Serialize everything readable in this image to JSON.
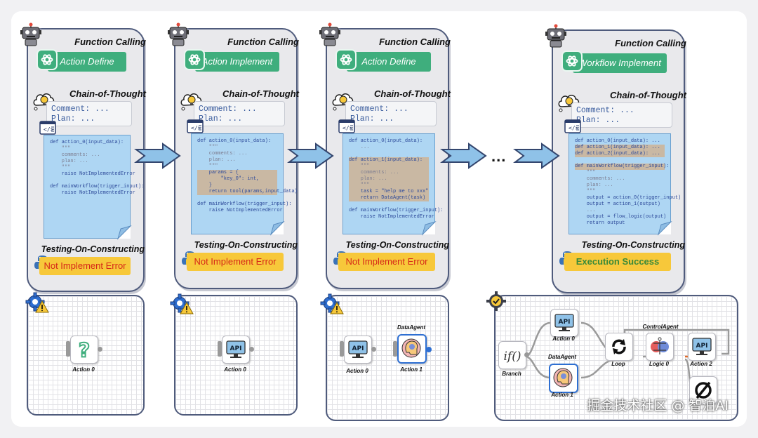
{
  "stages": [
    {
      "function_calling": "Function Calling",
      "green_label": "Action Define",
      "cot_title": "Chain-of-Thought",
      "cot_lines": [
        "Comment: ...",
        "Plan: ..."
      ],
      "code_lines": [
        "def action_0(input_data):",
        "    \"\"\"",
        "    comments: ...",
        "    plan: ...",
        "    \"\"\"",
        "    raise NotImplementedError",
        "",
        "def mainWorkflow(trigger_input):",
        "    raise NotImplementedError"
      ],
      "toc_title": "Testing-On-Constructing",
      "result": "Not Implement Error"
    },
    {
      "function_calling": "Function Calling",
      "green_label": "Action Implement",
      "cot_title": "Chain-of-Thought",
      "cot_lines": [
        "Comment: ...",
        "Plan: ..."
      ],
      "code_lines": [
        "def action_0(input_data):",
        "    \"\"\"",
        "    comments: ...",
        "    plan: ...",
        "    \"\"\"",
        "    params = {",
        "        \"key_0\": int,",
        "    }",
        "    return tool(params,input_data)",
        "",
        "def mainWorkflow(trigger_input):",
        "    raise NotImplementedError"
      ],
      "toc_title": "Testing-On-Constructing",
      "result": "Not Implement Error"
    },
    {
      "function_calling": "Function Calling",
      "green_label": "Action Define",
      "cot_title": "Chain-of-Thought",
      "cot_lines": [
        "Comment: ...",
        "Plan: ..."
      ],
      "code_lines": [
        "def action_0(input_data):",
        "    ...",
        "",
        "def action_1(input_data):",
        "    \"\"\"",
        "    comments: ...",
        "    plan: ...",
        "    \"\"\"",
        "    task = \"help me to xxx\"",
        "    return DataAgent(task)",
        "",
        "def mainWorkflow(trigger_input):",
        "    raise NotImplementedError"
      ],
      "toc_title": "Testing-On-Constructing",
      "result": "Not Implement Error"
    },
    {
      "function_calling": "Function Calling",
      "green_label": "Workflow Implement",
      "cot_title": "Chain-of-Thought",
      "cot_lines": [
        "Comment: ...",
        "Plan: ..."
      ],
      "code_lines": [
        "def action_0(input_data): ...",
        "def action_1(input_data): ...",
        "def action_2(input_data): ...",
        "",
        "def mainWorkflow(trigger_input):",
        "    \"\"\"",
        "    comments: ...",
        "    plan: ...",
        "    \"\"\"",
        "    output = action_0(trigger_input)",
        "    output = action_1(output)",
        "    ...",
        "    output = flow_logic(output)",
        "    return output"
      ],
      "toc_title": "Testing-On-Constructing",
      "result": "Execution Success"
    }
  ],
  "ellipsis": "...",
  "workflows": {
    "w1": {
      "node_label": "Action 0"
    },
    "w2": {
      "node_label": "Action 0",
      "api": "API"
    },
    "w3": {
      "action0": "Action 0",
      "action1": "Action 1",
      "api": "API",
      "data_agent": "DataAgent"
    },
    "w4": {
      "branch": "Branch",
      "branch_text": "if()",
      "action0": "Action 0",
      "api": "API",
      "data_agent": "DataAgent",
      "action1": "Action 1",
      "loop": "Loop",
      "control_agent": "ControlAgent",
      "logic0": "Logic 0",
      "action2": "Action 2"
    }
  },
  "watermark": "掘金技术社区 @ 智泊AI",
  "colors": {
    "green": "#3fae7d",
    "yellow": "#f7c83a",
    "error_red": "#d62818",
    "success_green": "#3a8a39",
    "code_blue": "#aed6f3",
    "arrow_blue": "#8fc2e8"
  }
}
